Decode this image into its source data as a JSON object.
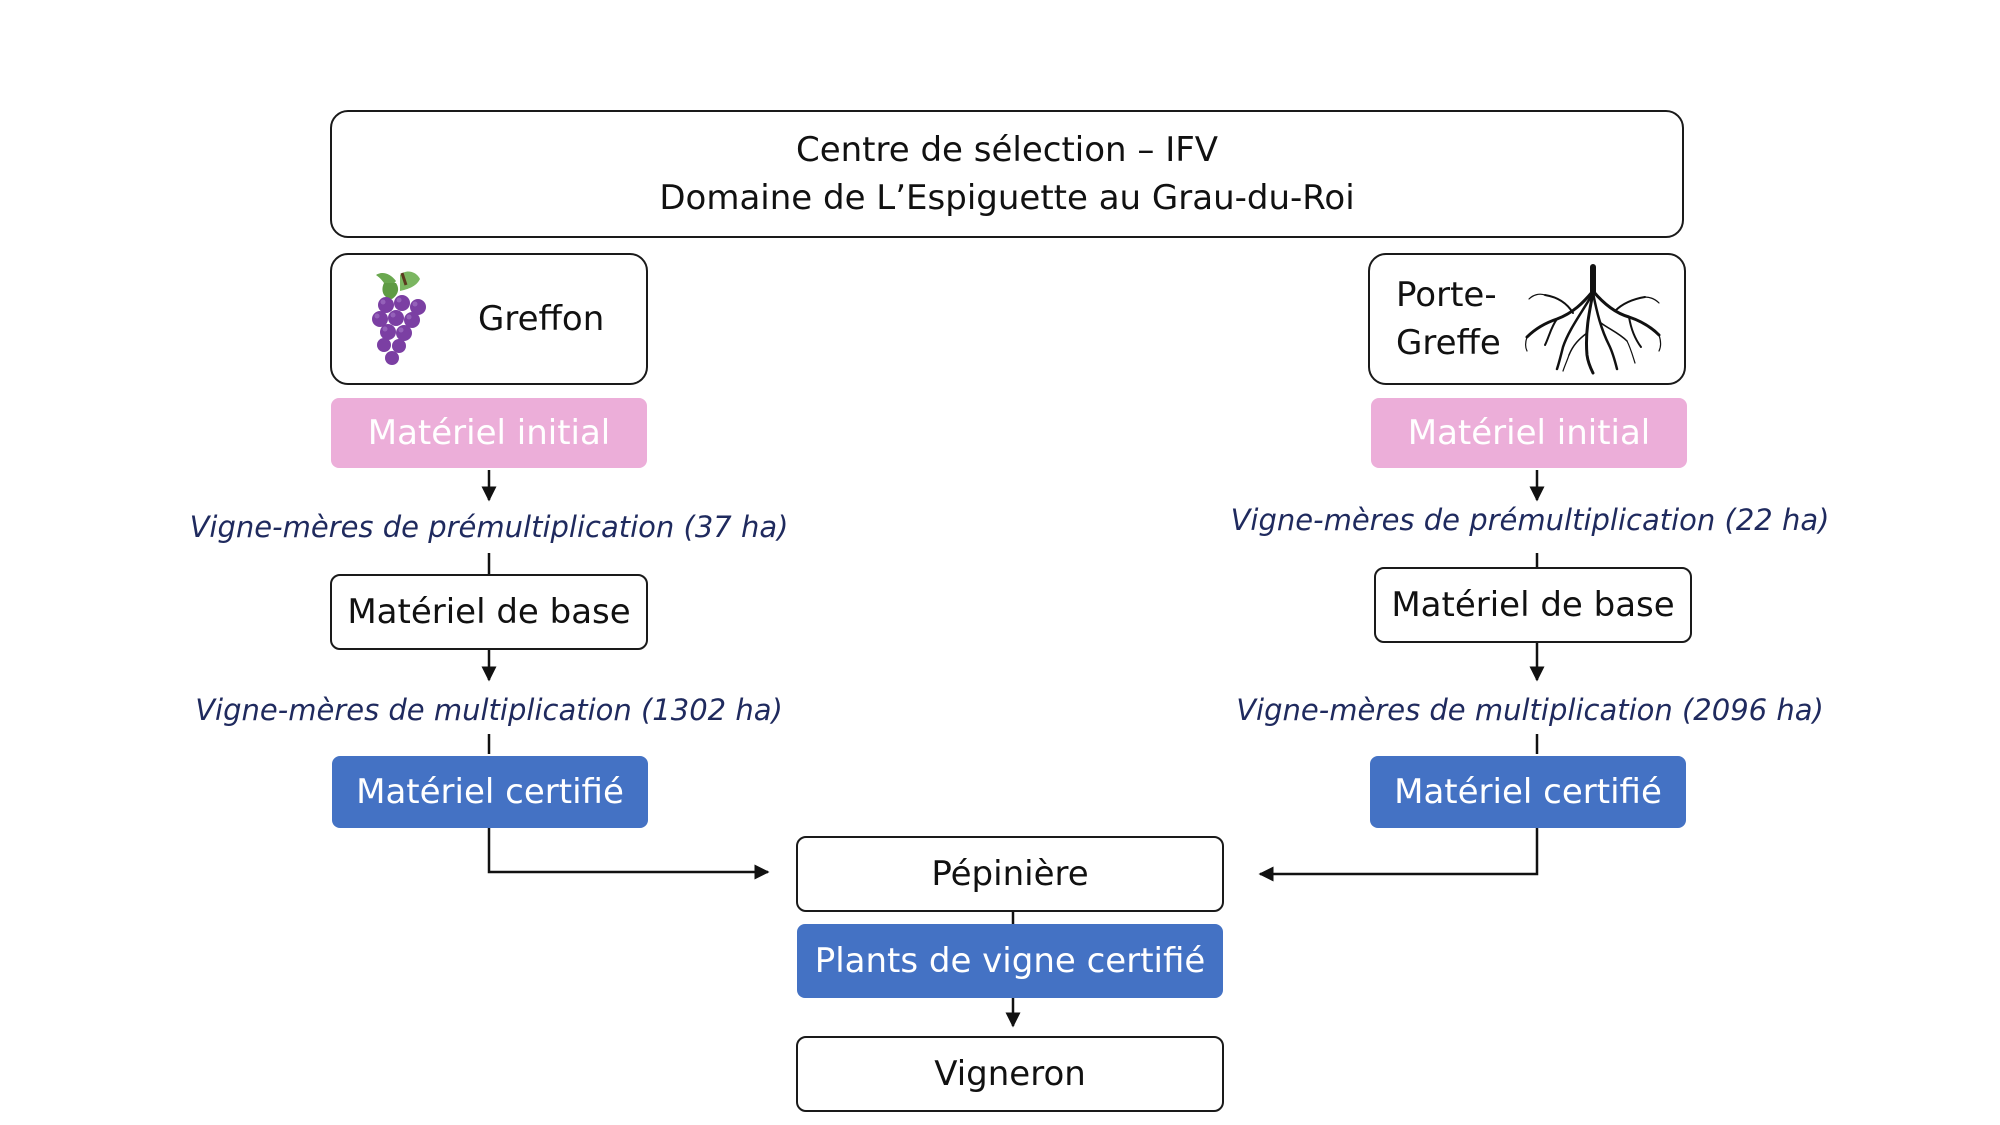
{
  "header": {
    "line1": "Centre de sélection – IFV",
    "line2": "Domaine de L’Espiguette au Grau-du-Roi"
  },
  "left": {
    "source_label": "Greffon",
    "source_icon": "grape-icon",
    "initial": "Matériel initial",
    "premultiplication": "Vigne-mères de prémultiplication (37 ha)",
    "base": "Matériel de base",
    "multiplication": "Vigne-mères de multiplication (1302 ha)",
    "certified": "Matériel certifié"
  },
  "right": {
    "source_label_line1": "Porte-",
    "source_label_line2": "Greffe",
    "source_icon": "root-icon",
    "initial": "Matériel initial",
    "premultiplication": "Vigne-mères de prémultiplication (22 ha)",
    "base": "Matériel de base",
    "multiplication": "Vigne-mères de multiplication (2096 ha)",
    "certified": "Matériel certifié"
  },
  "center": {
    "nursery": "Pépinière",
    "plants": "Plants de vigne certifié",
    "winegrower": "Vigneron"
  },
  "colors": {
    "pink": "#ecaed9",
    "blue": "#4472c4",
    "label_text": "#1f2a5e"
  }
}
